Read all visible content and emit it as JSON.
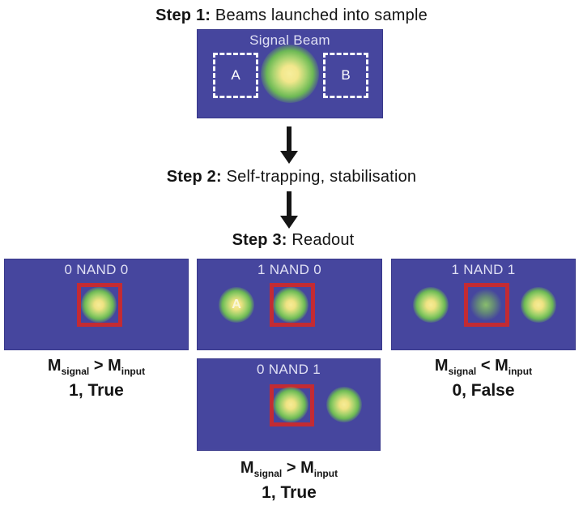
{
  "figure": {
    "step1": {
      "prefix": "Step 1:",
      "rest": " Beams launched into sample"
    },
    "step2": {
      "prefix": "Step 2:",
      "rest": " Self-trapping, stabilisation"
    },
    "step3": {
      "prefix": "Step 3:",
      "rest": " Readout"
    }
  },
  "signal_panel": {
    "label": "Signal Beam",
    "input_a": "A",
    "input_b": "B"
  },
  "readout": {
    "panel_00": {
      "title": "0 NAND 0"
    },
    "panel_10": {
      "title": "1 NAND 0",
      "input_label": "A"
    },
    "panel_11": {
      "title": "1 NAND 1"
    },
    "panel_01": {
      "title": "0 NAND 1"
    }
  },
  "results": {
    "left": {
      "m": "M",
      "sub_signal": "signal",
      "op": ">",
      "sub_input": "input",
      "verdict": "1, True"
    },
    "right": {
      "m": "M",
      "sub_signal": "signal",
      "op": "<",
      "sub_input": "input",
      "verdict": "0, False"
    },
    "bottom": {
      "m": "M",
      "sub_signal": "signal",
      "op": ">",
      "sub_input": "input",
      "verdict": "1, True"
    }
  },
  "colors": {
    "panel_background": "#46469E",
    "readout_marker_red": "#C32B33",
    "beam_core_yellow": "#F5EA92",
    "beam_ring_green": "#7FC055",
    "panel_label_text": "#E0E0F4",
    "title_text": "#141414"
  }
}
